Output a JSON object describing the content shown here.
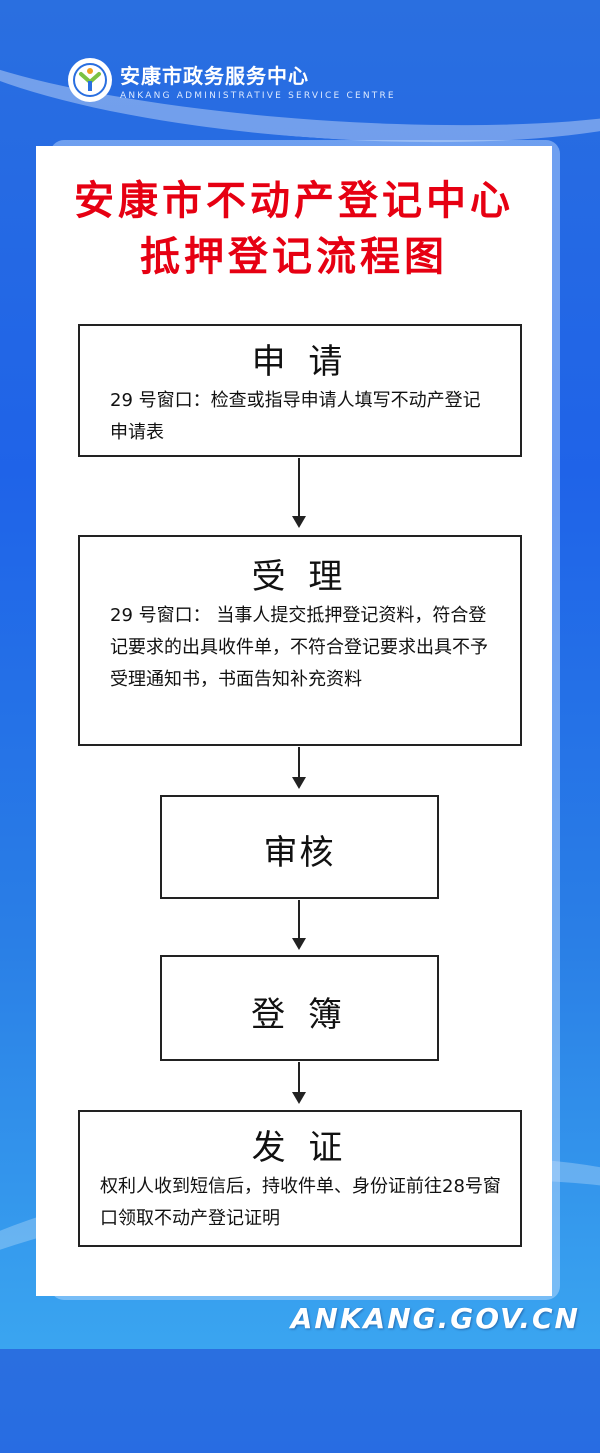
{
  "header": {
    "org_name": "安康市政务服务中心",
    "org_name_en": "ANKANG ADMINISTRATIVE SERVICE CENTRE"
  },
  "title": {
    "line1": "安康市不动产登记中心",
    "line2": "抵押登记流程图"
  },
  "steps": [
    {
      "title": "申 请",
      "desc": "29 号窗口：检查或指导申请人填写不动产登记申请表"
    },
    {
      "title": "受 理",
      "desc": "29 号窗口： 当事人提交抵押登记资料，符合登记要求的出具收件单，不符合登记要求出具不予受理通知书，书面告知补充资料"
    },
    {
      "title": "审核",
      "desc": ""
    },
    {
      "title": "登 簿",
      "desc": ""
    },
    {
      "title": "发 证",
      "desc": "权利人收到短信后，持收件单、身份证前往28号窗口领取不动产登记证明"
    }
  ],
  "footer": {
    "url": "ANKANG.GOV.CN"
  },
  "colors": {
    "title_red": "#e60012",
    "background_blue": "#1f63e8",
    "logo_green": "#7cc242",
    "logo_blue": "#2a6fe0"
  }
}
